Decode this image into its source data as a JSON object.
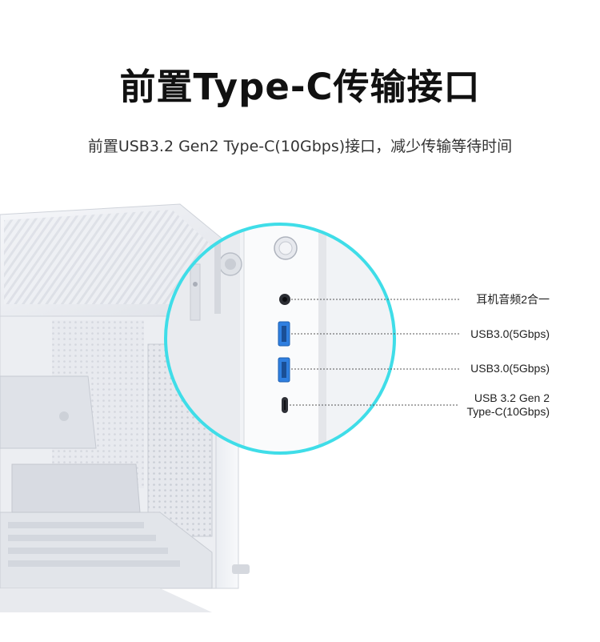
{
  "header": {
    "title": "前置Type-C传输接口",
    "subtitle": "前置USB3.2 Gen2 Type-C(10Gbps)接口，减少传输等待时间"
  },
  "ports": [
    {
      "label": "耳机音频2合一",
      "icon": "audio-jack-icon"
    },
    {
      "label": "USB3.0(5Gbps)",
      "icon": "usb-a-port-icon"
    },
    {
      "label": "USB3.0(5Gbps)",
      "icon": "usb-a-port-icon"
    },
    {
      "label_line1": "USB 3.2 Gen 2",
      "label_line2": "Type-C(10Gbps)",
      "icon": "usb-c-port-icon"
    }
  ],
  "colors": {
    "accent_ring": "#3fdde8",
    "usb_blue": "#2f7fe0",
    "case_white": "#eef0f4"
  }
}
